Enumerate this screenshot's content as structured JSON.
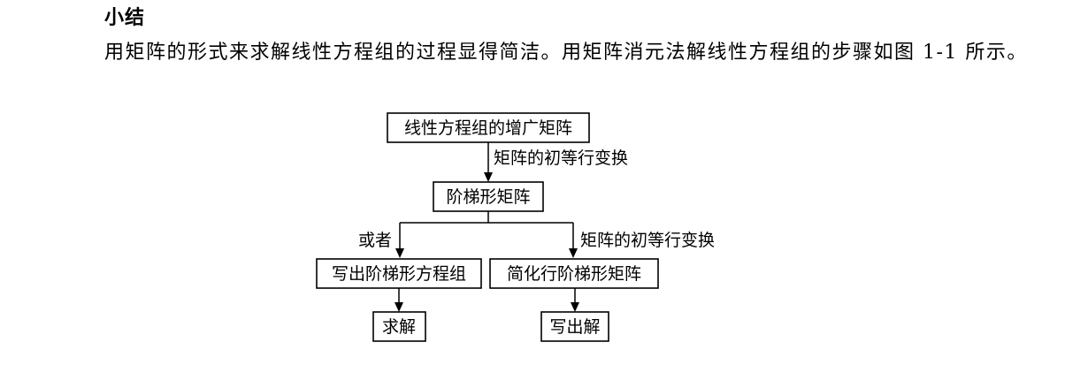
{
  "section": {
    "heading": "小结",
    "paragraph": "用矩阵的形式来求解线性方程组的过程显得简洁。用矩阵消元法解线性方程组的步骤如图 1-1 所示。"
  },
  "flowchart": {
    "nodes": {
      "augmented": "线性方程组的增广矩阵",
      "echelon": "阶梯形矩阵",
      "write_echelon": "写出阶梯形方程组",
      "reduced": "简化行阶梯形矩阵",
      "solve": "求解",
      "write_solution": "写出解"
    },
    "edges": {
      "row_ops_1": "矩阵的初等行变换",
      "or": "或者",
      "row_ops_2": "矩阵的初等行变换"
    }
  }
}
